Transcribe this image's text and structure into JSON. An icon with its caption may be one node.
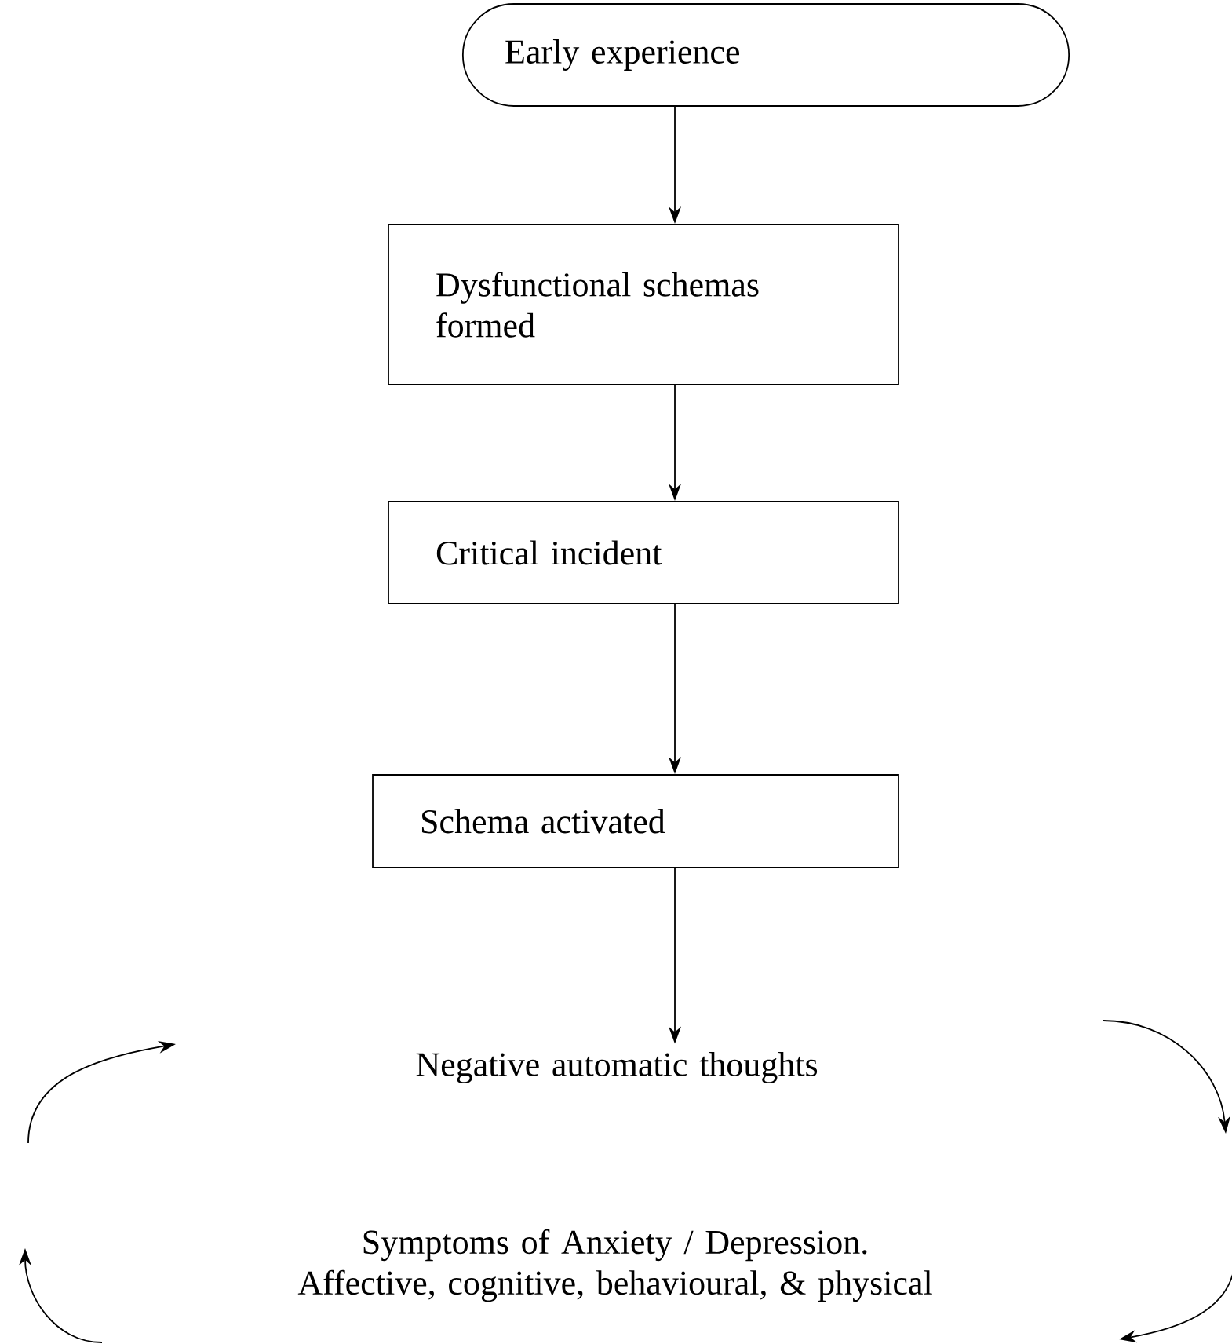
{
  "diagram": {
    "nodes": [
      {
        "text": [
          "Early experience"
        ]
      },
      {
        "text": [
          "Dysfunctional schemas formed"
        ]
      },
      {
        "text": [
          "Critical incident"
        ]
      },
      {
        "text": [
          "Schema activated"
        ]
      },
      {
        "text": [
          "Negative automatic thoughts"
        ]
      },
      {
        "text": [
          "Symptoms of Anxiety / Depression. Affective, cognitive, behavioural, & physical"
        ]
      }
    ],
    "edges": [
      {
        "from": 0,
        "to": 1,
        "arrow": "to"
      },
      {
        "from": 1,
        "to": 2,
        "arrow": "to"
      },
      {
        "from": 2,
        "to": 3,
        "arrow": "to"
      },
      {
        "from": 3,
        "to": 4,
        "arrow": "to"
      }
    ]
  }
}
